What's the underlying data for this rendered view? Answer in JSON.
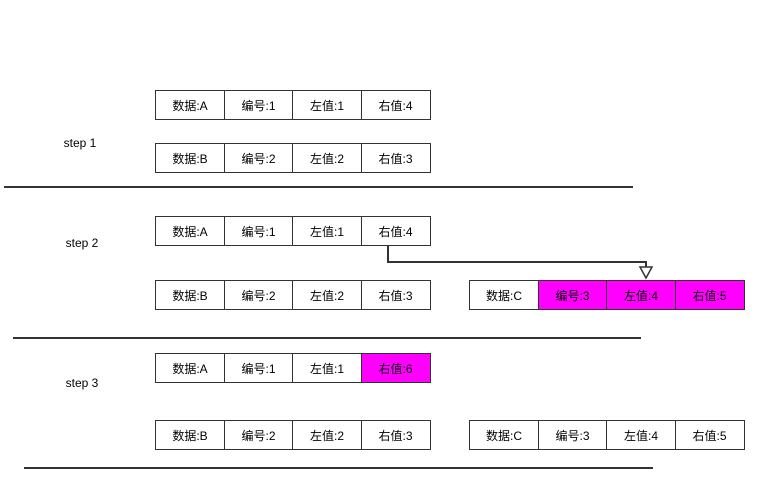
{
  "steps": [
    {
      "label": "step 1",
      "top_row": [
        "数据:A",
        "编号:1",
        "左值:1",
        "右值:4"
      ],
      "bottom_row": [
        "数据:B",
        "编号:2",
        "左值:2",
        "右值:3"
      ]
    },
    {
      "label": "step 2",
      "top_row": [
        "数据:A",
        "编号:1",
        "左值:1",
        "右值:4"
      ],
      "bottom_row": [
        "数据:B",
        "编号:2",
        "左值:2",
        "右值:3"
      ],
      "new_row": [
        "数据:C",
        "编号:3",
        "左值:4",
        "右值:5"
      ]
    },
    {
      "label": "step 3",
      "top_row": [
        "数据:A",
        "编号:1",
        "左值:1",
        "右值:6"
      ],
      "bottom_row": [
        "数据:B",
        "编号:2",
        "左值:2",
        "右值:3"
      ],
      "new_row": [
        "数据:C",
        "编号:3",
        "左值:4",
        "右值:5"
      ]
    }
  ],
  "colors": {
    "highlight": "#ff00ff",
    "border": "#333333"
  }
}
